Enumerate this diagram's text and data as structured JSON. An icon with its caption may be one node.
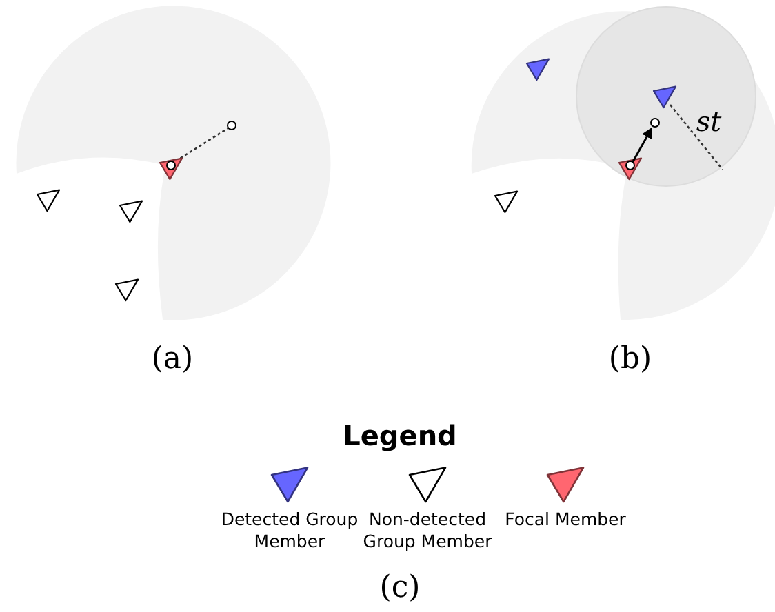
{
  "diagram": {
    "labels": [
      "st",
      "(a)",
      "(b)",
      "Legend",
      "(c)"
    ],
    "legend": [
      {
        "text": "Detected Group Member",
        "color": "#6666ff"
      },
      {
        "text": "Non-detected Group Member",
        "color": "#ffffff"
      },
      {
        "text": "Focal Member",
        "color": "#ff6670"
      }
    ]
  }
}
